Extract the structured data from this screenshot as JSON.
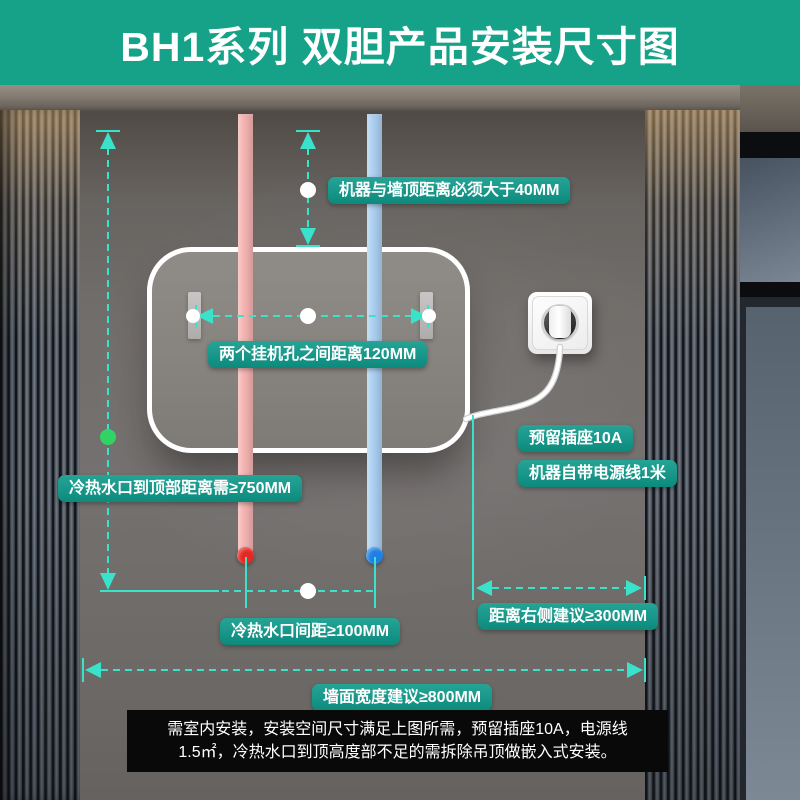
{
  "header": {
    "title": "BH1系列 双胆产品安装尺寸图"
  },
  "annotations": {
    "top_clearance": "机器与墙顶距离必须大于40MM",
    "hanging_holes": "两个挂机孔之间距离120MM",
    "socket_reserve": "预留插座10A",
    "power_cord": "机器自带电源线1米",
    "water_to_top": "冷热水口到顶部距离需≥750MM",
    "water_spacing": "冷热水口间距≥100MM",
    "right_clearance": "距离右侧建议≥300MM",
    "wall_width": "墙面宽度建议≥800MM"
  },
  "note": {
    "line1": "需室内安装，安装空间尺寸满足上图所需，预留插座10A，电源线",
    "line2": "1.5㎡，冷热水口到顶高度部不足的需拆除吊顶做嵌入式安装。"
  },
  "colors": {
    "header_bg": "#16a288",
    "label_bg": "#0d9a8b",
    "dimension_teal": "#3be2cb",
    "hot_pipe": "#f4b3b0",
    "cold_pipe": "#abcff1",
    "hot_dot": "#e62823",
    "cold_dot": "#1f7fe3",
    "marker_green": "#2fd465",
    "wall_gray": "#716d6a"
  }
}
